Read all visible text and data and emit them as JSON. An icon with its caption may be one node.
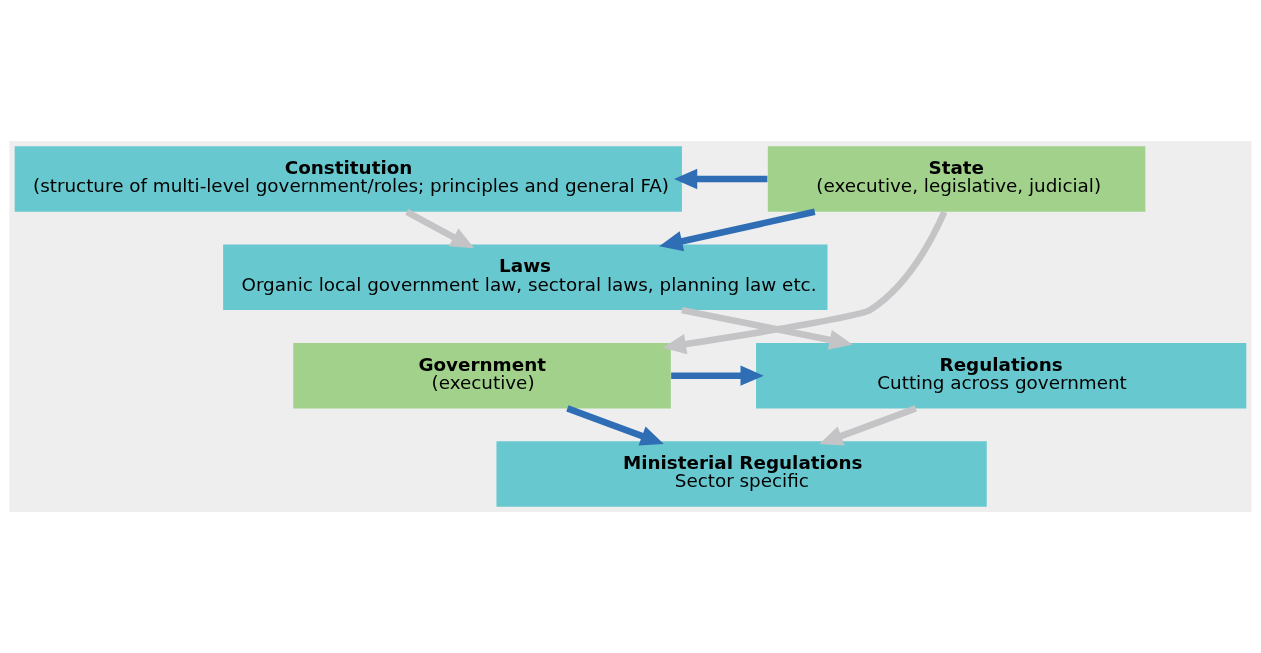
{
  "diagram": {
    "nodes": [
      {
        "text": [
          "Constitution",
          "(structure of multi-level government/roles; principles and general FA)"
        ]
      },
      {
        "text": [
          "Laws",
          "Organic local government law, sectoral laws, planning law etc."
        ]
      },
      {
        "text": [
          "Regulations",
          "Cutting across government"
        ]
      },
      {
        "text": [
          "Ministerial Regulations",
          "Sector specific"
        ]
      },
      {
        "text": [
          "State",
          "(executive, legislative, judicial)"
        ]
      },
      {
        "text": [
          "Government",
          "(executive)"
        ]
      }
    ],
    "edges": [
      {
        "from": 0,
        "to": 1,
        "arrow": "to"
      },
      {
        "from": 1,
        "to": 2,
        "arrow": "to"
      },
      {
        "from": 2,
        "to": 3,
        "arrow": "to"
      },
      {
        "from": 4,
        "to": 0,
        "arrow": "to",
        "color": "#2f6db5"
      },
      {
        "from": 4,
        "to": 1,
        "arrow": "to",
        "color": "#2f6db5"
      },
      {
        "from": 4,
        "to": 5,
        "arrow": "to"
      },
      {
        "from": 5,
        "to": 2,
        "arrow": "to",
        "color": "#2f6db5"
      },
      {
        "from": 5,
        "to": 3,
        "arrow": "to",
        "color": "#2f6db5"
      }
    ]
  }
}
